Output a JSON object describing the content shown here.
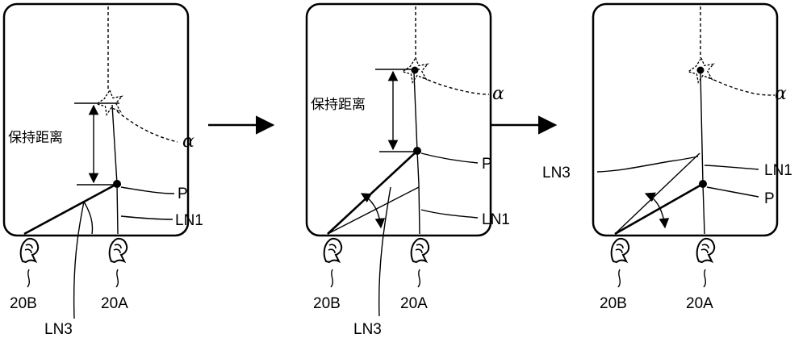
{
  "panels": [
    {
      "id": "panel-1",
      "labels": {
        "holding_distance": "保持距离",
        "alpha": "α",
        "point": "P",
        "line1": "LN1",
        "line3": "LN3",
        "device_a": "20A",
        "device_b": "20B"
      }
    },
    {
      "id": "panel-2",
      "labels": {
        "holding_distance": "保持距离",
        "alpha": "α",
        "point": "P",
        "line1": "LN1",
        "line3": "LN3",
        "device_a": "20A",
        "device_b": "20B"
      }
    },
    {
      "id": "panel-3",
      "labels": {
        "alpha": "α",
        "point": "P",
        "line1": "LN1",
        "line3": "LN3",
        "device_a": "20A",
        "device_b": "20B"
      }
    }
  ],
  "transitions": [
    "right-arrow",
    "right-arrow"
  ]
}
